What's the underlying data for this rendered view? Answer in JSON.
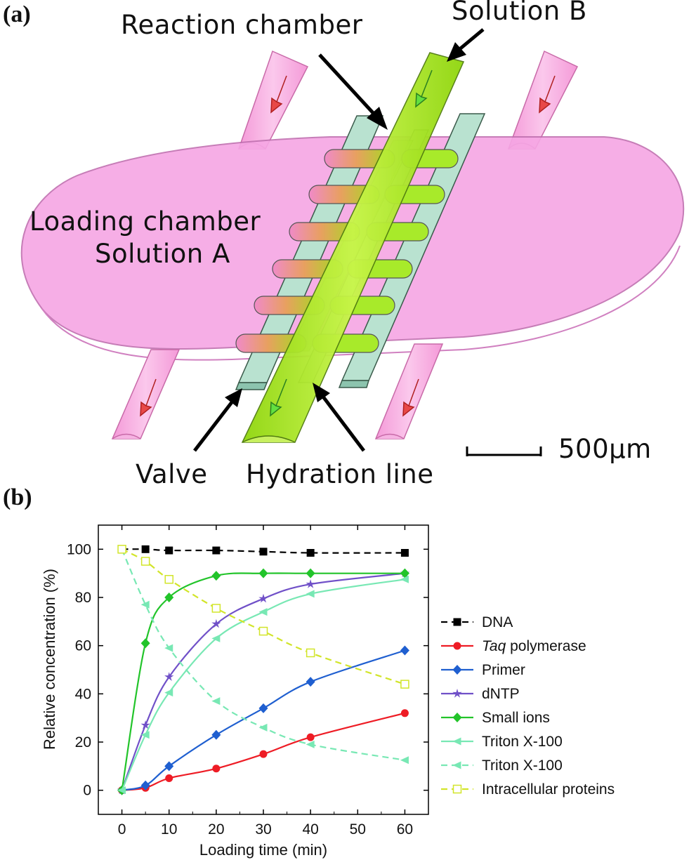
{
  "panel_a": {
    "label": "(a)",
    "labels": {
      "reaction_chamber": "Reaction chamber",
      "solution_b": "Solution  B",
      "loading_chamber_line1": "Loading chamber",
      "loading_chamber_line2": "Solution  A",
      "valve": "Valve",
      "hydration_line": "Hydration  line",
      "scale_bar": "500µm"
    },
    "colors": {
      "loading": "#f7a4e6",
      "channel": "#aeea1e",
      "valve": "#a9d8c4"
    }
  },
  "panel_b": {
    "label": "(b)"
  },
  "chart_data": {
    "type": "line",
    "xlabel": "Loading time (min)",
    "ylabel": "Relative concentration (%)",
    "xlim": [
      -5,
      65
    ],
    "ylim": [
      -10,
      110
    ],
    "xticks": [
      0,
      10,
      20,
      30,
      40,
      50,
      60
    ],
    "yticks": [
      0,
      20,
      40,
      60,
      80,
      100
    ],
    "legend_position": "right",
    "series": [
      {
        "name": "DNA",
        "color": "#000000",
        "dash": true,
        "marker": "square",
        "x": [
          0,
          5,
          10,
          20,
          30,
          40,
          60
        ],
        "y": [
          100,
          100,
          99.5,
          99.5,
          99,
          98.5,
          98.5
        ]
      },
      {
        "name": "polymerase",
        "name_prefix_italic": "Taq",
        "color": "#ee1c25",
        "dash": false,
        "marker": "circle",
        "x": [
          0,
          5,
          10,
          20,
          30,
          40,
          60
        ],
        "y": [
          0,
          1,
          5,
          9,
          15,
          22,
          32
        ]
      },
      {
        "name": "Primer",
        "color": "#1f5fd0",
        "dash": false,
        "marker": "diamond",
        "x": [
          0,
          5,
          10,
          20,
          30,
          40,
          60
        ],
        "y": [
          0,
          2,
          10,
          23,
          34,
          45,
          58
        ]
      },
      {
        "name": "dNTP",
        "color": "#7050c8",
        "dash": false,
        "marker": "star",
        "x": [
          0,
          5,
          10,
          20,
          30,
          40,
          60
        ],
        "y": [
          0,
          27,
          47,
          69,
          79.5,
          85.5,
          90
        ]
      },
      {
        "name": "Small ions",
        "color": "#22c42a",
        "dash": false,
        "marker": "diamond",
        "x": [
          0,
          5,
          10,
          20,
          30,
          40,
          60
        ],
        "y": [
          0,
          61,
          80,
          89,
          90,
          90,
          90
        ]
      },
      {
        "name": "Triton X-100",
        "color": "#78e8b4",
        "dash": false,
        "marker": "triangle-left",
        "x": [
          0,
          5,
          10,
          20,
          30,
          40,
          60
        ],
        "y": [
          0,
          23,
          40.5,
          63,
          74,
          81.5,
          87.5
        ]
      },
      {
        "name": "Triton X-100",
        "color": "#78e8b4",
        "dash": true,
        "marker": "triangle-left",
        "x": [
          0,
          5,
          10,
          20,
          30,
          40,
          60
        ],
        "y": [
          100,
          77,
          59,
          37,
          26,
          19,
          12.5
        ]
      },
      {
        "name": "Intracellular proteins",
        "color": "#d2e52a",
        "dash": true,
        "marker": "open-square",
        "x": [
          0,
          5,
          10,
          20,
          30,
          40,
          60
        ],
        "y": [
          100,
          95,
          87.5,
          75.5,
          66,
          57,
          44
        ]
      }
    ]
  }
}
